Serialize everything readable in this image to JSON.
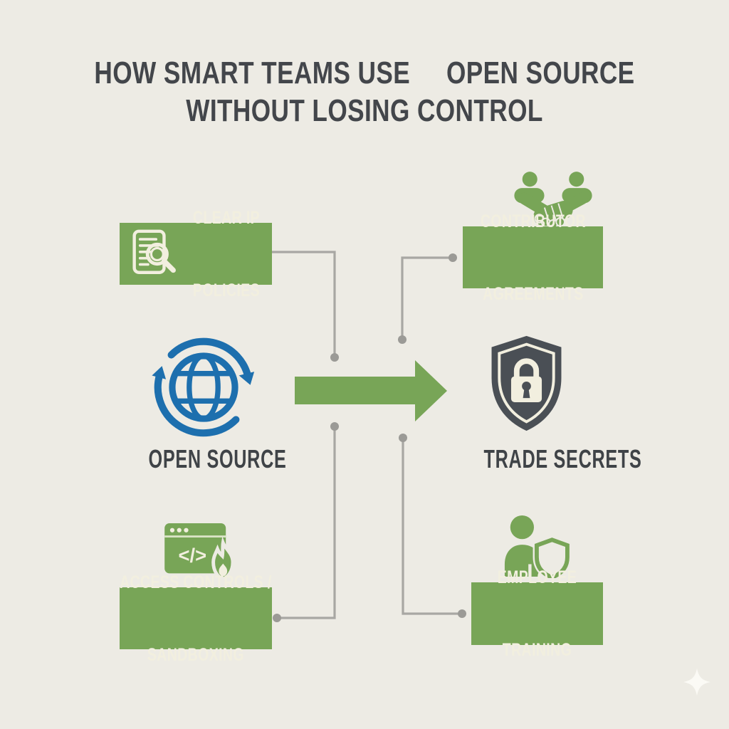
{
  "title": {
    "line1": "HOW SMART TEAMS USE     OPEN SOURCE",
    "line2": "WITHOUT LOSING CONTROL"
  },
  "flow": {
    "source_label": "OPEN SOURCE",
    "target_label": "TRADE SECRETS"
  },
  "boxes": {
    "clear_ip": {
      "line1": "CLEAR IP",
      "line2": "POLICIES"
    },
    "contributor": {
      "line1": "CONTRIBUTOR",
      "line2": "AGREEMENTS"
    },
    "access": {
      "line1": "ACCESS CONTROLS /",
      "line2": "SANDBOXING"
    },
    "training": {
      "line1": "EMPLOYEE",
      "line2": "TRAINING"
    }
  },
  "icons": {
    "document_search": "document-search-icon",
    "handshake": "handshake-icon",
    "globe_sync": "globe-sync-icon",
    "shield_lock": "shield-lock-icon",
    "code_window_flame": "code-window-flame-icon",
    "person_shield": "person-shield-icon",
    "sparkle": "sparkle-icon",
    "code_glyph": "</>"
  },
  "colors": {
    "background": "#edebe4",
    "green": "#78a557",
    "cream": "#f2efdf",
    "dark_text": "#43464b",
    "blue": "#1d6fae",
    "shield_dark": "#4a4f55",
    "connector_line": "#a8a7a3",
    "connector_dot": "#9b9a96"
  }
}
